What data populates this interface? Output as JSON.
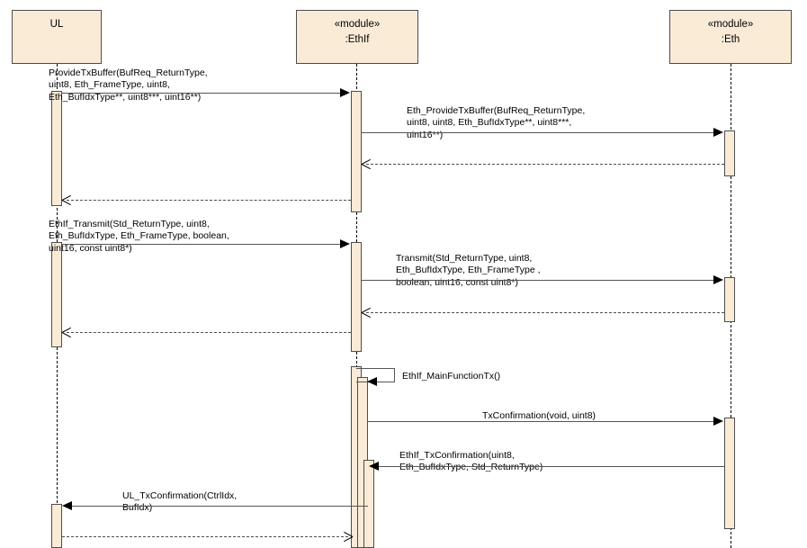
{
  "diagram": {
    "type": "uml-sequence-diagram",
    "title": "EthIf Transmit Sequence",
    "colors": {
      "lifeline_fill": "#faebd7",
      "lifeline_border": "#4d4d4d",
      "line": "#555555",
      "background": "#ffffff"
    }
  },
  "lifelines": [
    {
      "id": "ul",
      "stereotype": "",
      "name": "UL"
    },
    {
      "id": "ethif",
      "stereotype": "«module»",
      "name": ":EthIf"
    },
    {
      "id": "eth",
      "stereotype": "«module»",
      "name": ":Eth"
    }
  ],
  "messages": [
    {
      "id": "m1",
      "from": "ul",
      "to": "ethif",
      "kind": "call",
      "label": "ProvideTxBuffer(BufReq_ReturnType,\nuint8, Eth_FrameType, uint8,\nEth_BufIdxType**, uint8***, uint16**)"
    },
    {
      "id": "m2",
      "from": "ethif",
      "to": "eth",
      "kind": "call",
      "label": "Eth_ProvideTxBuffer(BufReq_ReturnType,\nuint8, uint8, Eth_BufIdxType**, uint8***,\nuint16**)"
    },
    {
      "id": "m3",
      "from": "eth",
      "to": "ethif",
      "kind": "return",
      "label": ""
    },
    {
      "id": "m4",
      "from": "ethif",
      "to": "ul",
      "kind": "return",
      "label": ""
    },
    {
      "id": "m5",
      "from": "ul",
      "to": "ethif",
      "kind": "call",
      "label": "EthIf_Transmit(Std_ReturnType, uint8,\nEth_BufIdxType, Eth_FrameType, boolean,\nuint16, const uint8*)"
    },
    {
      "id": "m6",
      "from": "ethif",
      "to": "eth",
      "kind": "call",
      "label": "Transmit(Std_ReturnType, uint8,\nEth_BufIdxType, Eth_FrameType ,\nboolean, uint16, const uint8*)"
    },
    {
      "id": "m7",
      "from": "eth",
      "to": "ethif",
      "kind": "return",
      "label": ""
    },
    {
      "id": "m8",
      "from": "ethif",
      "to": "ul",
      "kind": "return",
      "label": ""
    },
    {
      "id": "m9",
      "from": "ethif",
      "to": "ethif",
      "kind": "self-call",
      "label": "EthIf_MainFunctionTx()"
    },
    {
      "id": "m10",
      "from": "ethif",
      "to": "eth",
      "kind": "call",
      "label": "TxConfirmation(void, uint8)"
    },
    {
      "id": "m11",
      "from": "eth",
      "to": "ethif",
      "kind": "call",
      "label": "EthIf_TxConfirmation(uint8,\nEth_BufIdxType, Std_ReturnType)"
    },
    {
      "id": "m12",
      "from": "ethif",
      "to": "ul",
      "kind": "call",
      "label": "UL_TxConfirmation(CtrlIdx,\nBufIdx)"
    },
    {
      "id": "m13",
      "from": "ul",
      "to": "ethif",
      "kind": "return",
      "label": ""
    }
  ]
}
